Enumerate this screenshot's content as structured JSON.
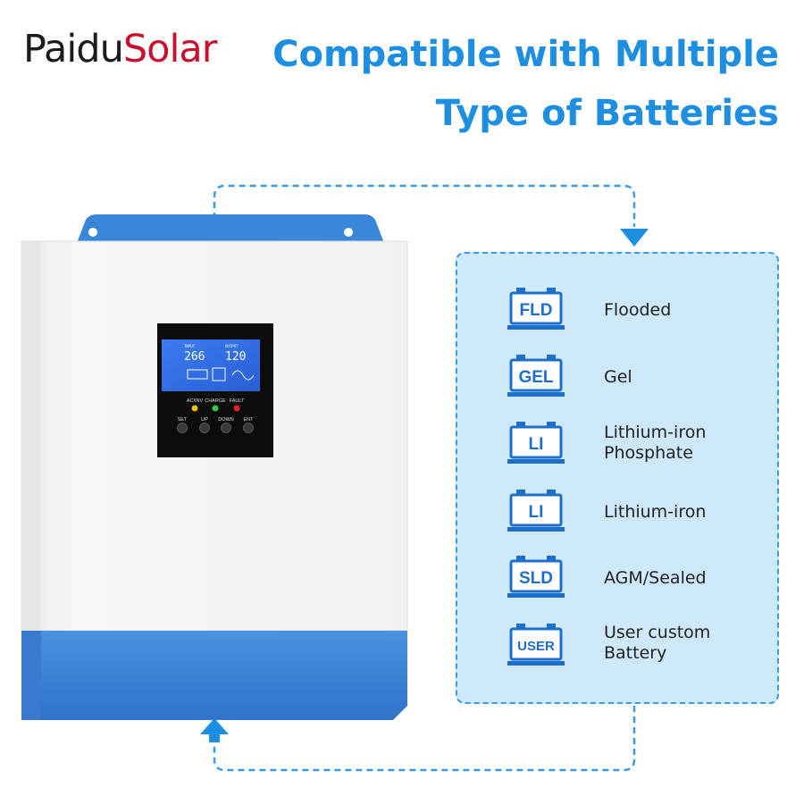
{
  "brand": {
    "name_part1": "Paidu",
    "name_part2": "Solar"
  },
  "headline": {
    "line1": "Compatible with Multiple",
    "line2": "Type of Batteries"
  },
  "device": {
    "lcd_top_left_label": "INPUT",
    "lcd_left_value": "266",
    "lcd_top_right_label": "OUTPUT",
    "lcd_right_value": "120",
    "indicators": [
      "AC/INV",
      "CHARGE",
      "FAULT"
    ],
    "buttons": [
      "SET",
      "UP",
      "DOWN",
      "ENT"
    ]
  },
  "batteries": [
    {
      "code": "FLD",
      "label_lines": [
        "Flooded"
      ]
    },
    {
      "code": "GEL",
      "label_lines": [
        "Gel"
      ]
    },
    {
      "code": "LI",
      "label_lines": [
        "Lithium-iron",
        "Phosphate"
      ]
    },
    {
      "code": "LI",
      "label_lines": [
        "Lithium-iron"
      ]
    },
    {
      "code": "SLD",
      "label_lines": [
        "AGM/Sealed"
      ]
    },
    {
      "code": "USER",
      "label_lines": [
        "User custom",
        "Battery"
      ]
    }
  ],
  "colors": {
    "accent_blue": "#1e8fe0",
    "brand_red": "#c8102e",
    "panel_fill": "#cde9fb",
    "device_blue": "#3a86d9",
    "lcd_blue": "#2f6fe8"
  }
}
